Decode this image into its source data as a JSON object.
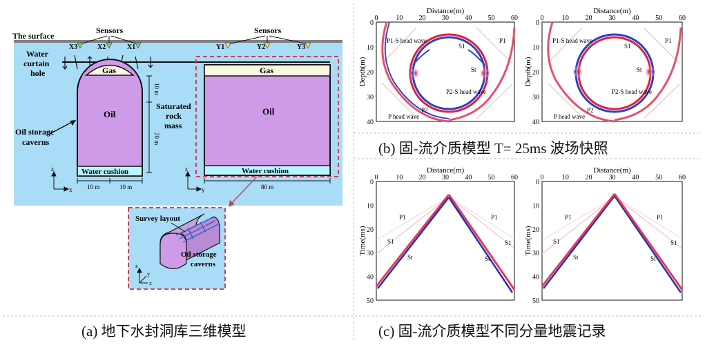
{
  "panel_a": {
    "caption": "(a) 地下水封洞库三维模型",
    "surface_label": "The surface",
    "water_curtain_label": [
      "Water",
      "curtain",
      "hole"
    ],
    "sensors_label_left": "Sensors",
    "sensors_label_right": "Sensors",
    "sensors_left": [
      "X3",
      "X2",
      "X1"
    ],
    "sensors_right": [
      "Y1",
      "Y2",
      "Y3"
    ],
    "gas_label": "Gas",
    "oil_label": "Oil",
    "water_cushion_label": "Water cushion",
    "saturated_label": [
      "Saturated",
      "rock",
      "mass"
    ],
    "caverns_label": [
      "Oil storage",
      "caverns"
    ],
    "dim_10m_vertical": "10 m",
    "dim_20m_vertical": "20 m",
    "dim_10m_left": "10 m",
    "dim_10m_right": "10 m",
    "dim_80m": "80 m",
    "axis_z": "z",
    "axis_x": "x",
    "axis_y": "y",
    "inset_survey_label": "Survey layout",
    "inset_caverns_label": [
      "Oil storage",
      "caverns"
    ],
    "colors": {
      "rock": "#a9dcf6",
      "oil": "#cf9be8",
      "gas": "#fbf6e4",
      "water_cushion": "#b9f4ff",
      "dash": "#c8435a",
      "surface": "#808080"
    }
  },
  "panel_b": {
    "caption": "(b) 固-流介质模型 T= 25ms 波场快照",
    "x_title": "Distance(m)",
    "y_title": "Depth(m)",
    "x_ticks": [
      "0",
      "10",
      "20",
      "30",
      "40",
      "50",
      "60"
    ],
    "y_ticks": [
      "0",
      "10",
      "20",
      "30",
      "40"
    ],
    "annotations": [
      "P1-S head wave",
      "S1",
      "P1",
      "St",
      "P2-S head wave",
      "P head wave",
      "P2"
    ]
  },
  "panel_c": {
    "caption": "(c) 固-流介质模型不同分量地震记录",
    "x_title": "Distance(m)",
    "y_title": "Time(ms)",
    "x_ticks": [
      "0",
      "10",
      "20",
      "30",
      "40",
      "50",
      "60"
    ],
    "y_ticks": [
      "0",
      "10",
      "20",
      "30",
      "40",
      "50"
    ],
    "annotations": [
      "P1",
      "S1",
      "St"
    ]
  }
}
